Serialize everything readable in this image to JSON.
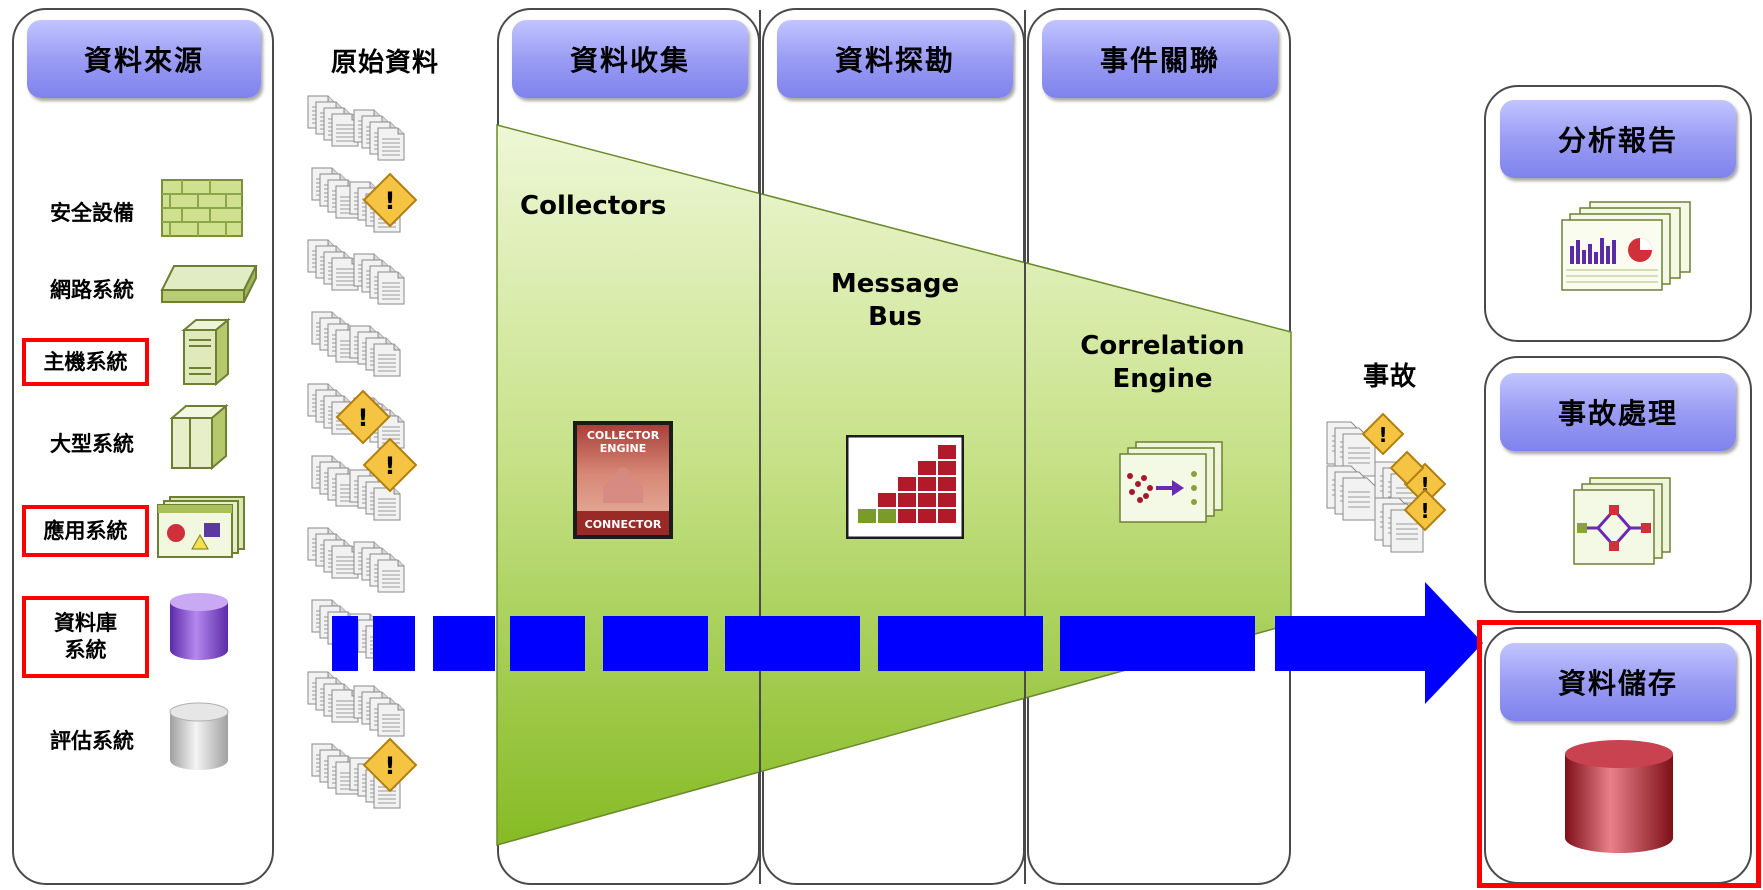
{
  "headers": {
    "data_source": "資料來源",
    "raw_data": "原始資料",
    "data_collection": "資料收集",
    "data_exploration": "資料探勘",
    "event_correlation": "事件關聯",
    "analysis_report": "分析報告",
    "incident_handling": "事故處理",
    "data_storage": "資料儲存"
  },
  "sources": [
    {
      "label": "安全設備",
      "icon": "firewall-icon",
      "highlighted": false
    },
    {
      "label": "網路系統",
      "icon": "network-device-icon",
      "highlighted": false
    },
    {
      "label": "主機系統",
      "icon": "server-icon",
      "highlighted": true
    },
    {
      "label": "大型系統",
      "icon": "mainframe-icon",
      "highlighted": false
    },
    {
      "label": "應用系統",
      "icon": "application-window-icon",
      "highlighted": true
    },
    {
      "label": "資料庫\n系統",
      "icon": "database-purple-icon",
      "highlighted": true
    },
    {
      "label": "評估系統",
      "icon": "database-gray-icon",
      "highlighted": false
    }
  ],
  "stages": {
    "collectors": "Collectors",
    "message_bus": "Message\nBus",
    "correlation_engine": "Correlation\nEngine",
    "incident": "事故"
  },
  "collector_engine": {
    "top": "COLLECTOR\nENGINE",
    "bottom": "CONNECTOR"
  },
  "colors": {
    "header_gradient_top": "#c2c5ff",
    "header_gradient_bottom": "#7f82ec",
    "funnel_light": "#e6f3c4",
    "funnel_dark": "#8cbf2a",
    "flow_arrow": "#0000ff",
    "highlight": "#ff0000",
    "storage_db": "#b8202c"
  }
}
